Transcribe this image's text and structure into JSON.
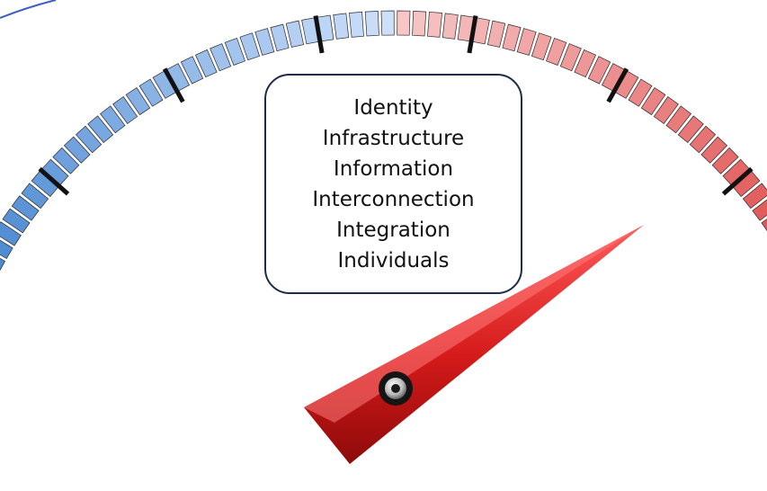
{
  "gauge": {
    "segment_count": 90,
    "major_tick_interval": 10,
    "needle_level_fraction": 0.74,
    "colors": {
      "blue_dark": "#1565c0",
      "blue_light": "#cfe1fb",
      "red_light": "#f7c9c9",
      "red_dark": "#d61818",
      "needle": "#d51a1a",
      "tick": "#111111",
      "corner_line": "#3a5fc0"
    }
  },
  "label_box": {
    "lines": [
      "Identity",
      "Infrastructure",
      "Information",
      "Interconnection",
      "Integration",
      "Individuals"
    ]
  }
}
